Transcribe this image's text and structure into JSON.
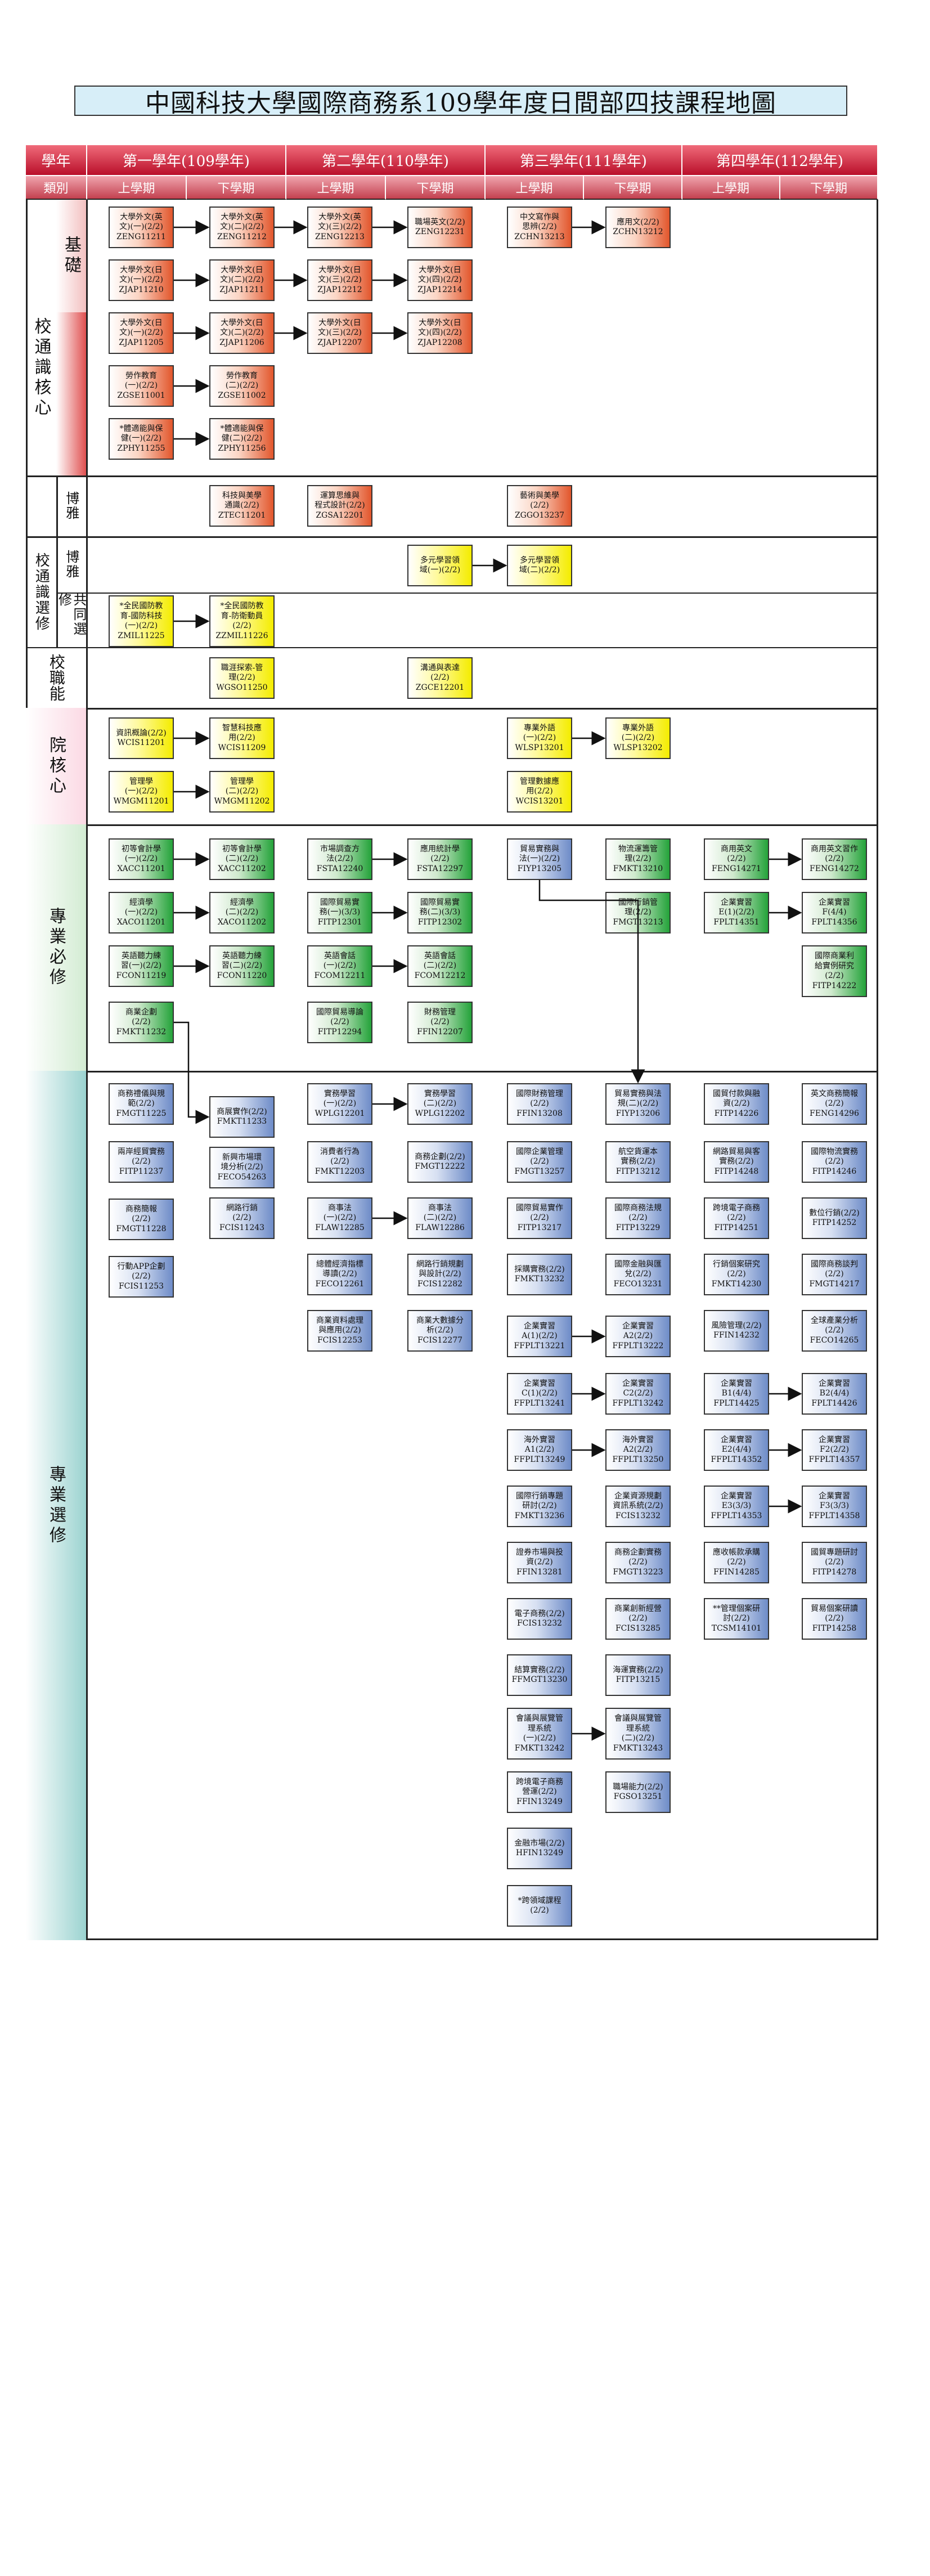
{
  "title": "中國科技大學國際商務系109學年度日間部四技課程地圖",
  "header": {
    "grade_label": "學年",
    "type_label": "類別",
    "years": [
      "第一學年(109學年)",
      "第二學年(110學年)",
      "第三學年(111學年)",
      "第四學年(112學年)"
    ],
    "terms": [
      "上學期",
      "下學期",
      "上學期",
      "下學期",
      "上學期",
      "下學期",
      "上學期",
      "下學期"
    ]
  },
  "categories": {
    "school_core": "校通識核心",
    "basic": "基礎",
    "broad": "博雅",
    "school_elective": "校通識選修",
    "elective_broad": "博雅",
    "common_elective": "共同選修",
    "career": "校職能",
    "college_core": "院核心",
    "major_required": "專業必修",
    "major_elective": "專業選修"
  },
  "courses": {
    "r1a": "大學外文(英\n文)(一)(2/2)\nZENG11211",
    "r1b": "大學外文(英\n文)(二)(2/2)\nZENG11212",
    "r1c": "大學外文(英\n文)(三)(2/2)\nZENG12213",
    "r1d": "職場英文(2/2)\nZENG12231",
    "r1e": "中文寫作與\n思辨(2/2)\nZCHN13213",
    "r1f": "應用文(2/2)\nZCHN13212",
    "r2a": "大學外文(日\n文)(一)(2/2)\nZJAP11210",
    "r2b": "大學外文(日\n文)(二)(2/2)\nZJAP11211",
    "r2c": "大學外文(日\n文)(三)(2/2)\nZJAP12212",
    "r2d": "大學外文(日\n文)(四)(2/2)\nZJAP12214",
    "r3a": "大學外文(日\n文)(一)(2/2)\nZJAP11205",
    "r3b": "大學外文(日\n文)(二)(2/2)\nZJAP11206",
    "r3c": "大學外文(日\n文)(三)(2/2)\nZJAP12207",
    "r3d": "大學外文(日\n文)(四)(2/2)\nZJAP12208",
    "r4a": "勞作教育\n(一)(2/2)\nZGSE11001",
    "r4b": "勞作教育\n(二)(2/2)\nZGSE11002",
    "r5a": "*體適能與保\n健(一)(2/2)\nZPHY11255",
    "r5b": "*體適能與保\n健(二)(2/2)\nZPHY11256",
    "b1": "科技與美學\n通識(2/2)\nZTEC11201",
    "b2": "運算思維與\n程式設計(2/2)\nZGSA12201",
    "b3": "藝術與美學\n(2/2)\nZGGO13237",
    "e1": "多元學習領\n域(一)(2/2)",
    "e2": "多元學習領\n域(二)(2/2)",
    "ce1": "*全民國防教\n育-國防科技\n(一)(2/2)\nZMIL11225",
    "ce2": "*全民國防教\n育-防衛動員\n(2/2)\nZZMIL11226",
    "k1": "職涯探索-管\n理(2/2)\nWGSO11250",
    "k2": "溝通與表達\n(2/2)\nZGCE12201",
    "y1": "資訊概論(2/2)\nWCIS11201",
    "y2": "智慧科技應\n用(2/2)\nWCIS11209",
    "y3": "專業外語\n(一)(2/2)\nWLSP13201",
    "y4": "專業外語\n(二)(2/2)\nWLSP13202",
    "y5": "管理學\n(一)(2/2)\nWMGM11201",
    "y6": "管理學\n(二)(2/2)\nWMGM11202",
    "y7": "管理數據應\n用(2/2)\nWCIS13201",
    "g1": "初等會計學\n(一)(2/2)\nXACC11201",
    "g2": "初等會計學\n(二)(2/2)\nXACC11202",
    "g3": "市場調查方\n法(2/2)\nFSTA12240",
    "g4": "應用統計學\n(2/2)\nFSTA12297",
    "g5": "貿易實務與\n法(一)(2/2)\nFIYP13205",
    "g6": "物流運籌管\n理(2/2)\nFMKT13210",
    "g7": "商用英文\n(2/2)\nFENG14271",
    "g8": "商用英文習作\n(2/2)\nFENG14272",
    "g9": "經濟學\n(一)(2/2)\nXACO11201",
    "g10": "經濟學\n(二)(2/2)\nXACO11202",
    "g11": "國際貿易實\n務(一)(3/3)\nFITP12301",
    "g12": "國際貿易實\n務(二)(3/3)\nFITP12302",
    "g13": "國際行銷管\n理(2/2)\nFMGT13213",
    "g14": "企業實習\nE(1)(2/2)\nFPLT14351",
    "g15": "企業實習\nF(4/4)\nFPLT14356",
    "g16": "英語聽力練\n習(一)(2/2)\nFCON11219",
    "g17": "英語聽力練\n習(二)(2/2)\nFCON11220",
    "g18": "英語會話\n(一)(2/2)\nFCOM12211",
    "g19": "英語會話\n(二)(2/2)\nFCOM12212",
    "g20": "國際商業利\n給實例研究\n(2/2)\nFITP14222",
    "g21": "商業企劃\n(2/2)\nFMKT11232",
    "g22": "國際貿易導論\n(2/2)\nFITP12294",
    "g23": "財務管理\n(2/2)\nFFIN12207",
    "s1": "商務禮儀與規\n範(2/2)\nFMGT11225",
    "s2": "商展實作(2/2)\nFMKT11233",
    "s3": "實務學習\n(一)(2/2)\nWPLG12201",
    "s4": "實務學習\n(二)(2/2)\nWPLG12202",
    "s5": "國際財務管理\n(2/2)\nFFIN13208",
    "s6": "貿易實務與法\n規(二)(2/2)\nFIYP13206",
    "s7": "國貿付款與融\n資(2/2)\nFITP14226",
    "s8": "英文商務簡報\n(2/2)\nFENG14296",
    "s9": "兩岸經貿實務\n(2/2)\nFITP11237",
    "s10": "新興市場環\n境分析(2/2)\nFECO54263",
    "s11": "消費者行為\n(2/2)\nFMKT12203",
    "s12": "商務企劃(2/2)\nFMGT12222",
    "s13": "國際企業管理\n(2/2)\nFMGT13257",
    "s14": "航空貨運本\n實務(2/2)\nFITP13212",
    "s15": "網路貿易與客\n實務(2/2)\nFITP14248",
    "s16": "國際物流實務\n(2/2)\nFITP14246",
    "s17": "商務簡報\n(2/2)\nFMGT11228",
    "s18": "網路行銷\n(2/2)\nFCIS11243",
    "s19": "商事法\n(一)(2/2)\nFLAW12285",
    "s20": "商事法\n(二)(2/2)\nFLAW12286",
    "s21": "國際貿易實作\n(2/2)\nFITP13217",
    "s22": "國際商務法規\n(2/2)\nFITP13229",
    "s23": "跨境電子商務\n(2/2)\nFITP14251",
    "s24": "數位行銷(2/2)\nFITP14252",
    "s25": "行動APP企劃\n(2/2)\nFCIS11253",
    "s26": "總體經濟指標\n導讀(2/2)\nFECO12261",
    "s27": "網路行銷規劃\n與設計(2/2)\nFCIS12282",
    "s28": "採購實務(2/2)\nFMKT13232",
    "s29": "國際金融與匯\n兌(2/2)\nFECO13231",
    "s30": "行銷個案研究\n(2/2)\nFMKT14230",
    "s31": "國際商務談判\n(2/2)\nFMGT14217",
    "s32": "商業資料處理\n與應用(2/2)\nFCIS12253",
    "s33": "商業大數據分\n析(2/2)\nFCIS12277",
    "s34": "企業實習\nA(1)(2/2)\nFFPLT13221",
    "s35": "企業實習\nA2(2/2)\nFFPLT13222",
    "s36": "風險管理(2/2)\nFFIN14232",
    "s37": "全球產業分析\n(2/2)\nFECO14265",
    "s38": "企業實習\nC(1)(2/2)\nFFPLT13241",
    "s39": "企業實習\nC2(2/2)\nFFPLT13242",
    "s40": "企業實習\nB1(4/4)\nFPLT14425",
    "s41": "企業實習\nB2(4/4)\nFPLT14426",
    "s42": "海外實習\nA1(2/2)\nFFPLT13249",
    "s43": "海外實習\nA2(2/2)\nFFPLT13250",
    "s44": "企業實習\nE2(4/4)\nFFPLT14352",
    "s45": "企業實習\nF2(2/2)\nFFPLT14357",
    "s46": "國際行銷專題\n研討(2/2)\nFMKT13236",
    "s47": "企業資源規劃\n資訊系統(2/2)\nFCIS13232",
    "s48": "企業實習\nE3(3/3)\nFFPLT14353",
    "s49": "企業實習\nF3(3/3)\nFFPLT14358",
    "s50": "證券市場與投\n資(2/2)\nFFIN13281",
    "s51": "商務企劃實務\n(2/2)\nFMGT13223",
    "s52": "應收帳款承購\n(2/2)\nFFIN14285",
    "s53": "國貿專題研討\n(2/2)\nFITP14278",
    "s54": "電子商務(2/2)\nFCIS13232",
    "s55": "商業創新經營\n(2/2)\nFCIS13285",
    "s56": "**管理個案研\n討(2/2)\nTCSM14101",
    "s57": "貿易個案研讀\n(2/2)\nFITP14258",
    "s58": "結算實務(2/2)\nFFMGT13230",
    "s59": "海運實務(2/2)\nFITP13215",
    "s60": "會議與展覽管\n理系統\n(一)(2/2)\nFMKT13242",
    "s61": "會議與展覽管\n理系統\n(二)(2/2)\nFMKT13243",
    "s62": "跨境電子商務\n營運(2/2)\nFFIN13249",
    "s63": "職場能力(2/2)\nFGSO13251",
    "s64": "金融市場(2/2)\nHFIN13249",
    "s65": "*跨領域課程\n(2/2)"
  }
}
